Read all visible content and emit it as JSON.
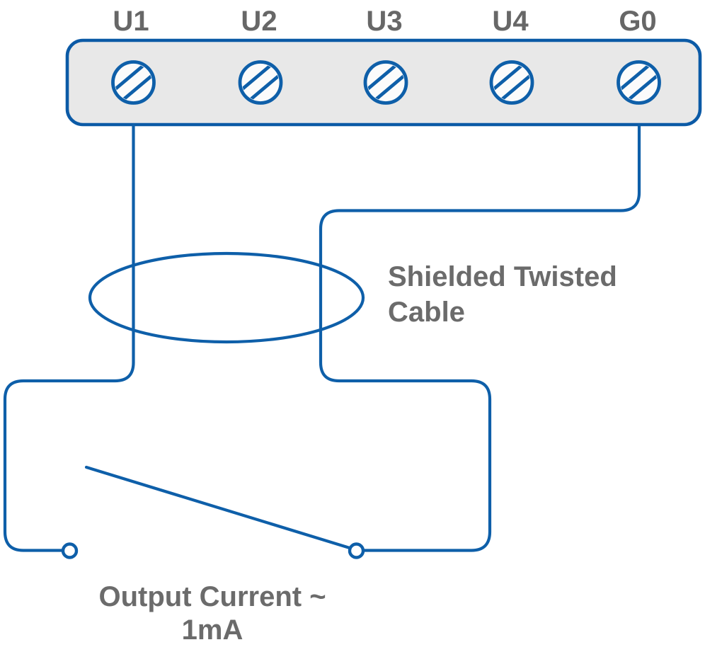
{
  "diagram": {
    "title_implicit": "Terminal wiring diagram",
    "terminal_labels": [
      "U1",
      "U2",
      "U3",
      "U4",
      "G0"
    ],
    "shielded_cable_label": {
      "lines": [
        "Shielded Twisted",
        "Cable"
      ]
    },
    "output_current_label": {
      "lines": [
        "Output Current ~",
        "1mA"
      ]
    }
  },
  "colors": {
    "wire_blue": "#0E5FA9",
    "block_border": "#0B5AA6",
    "block_fill": "#E8E8E8",
    "terminal_fill": "#FBFBFB",
    "text_gray": "#6B6B6B",
    "label_gray": "#676767",
    "background": "#FFFFFF"
  }
}
